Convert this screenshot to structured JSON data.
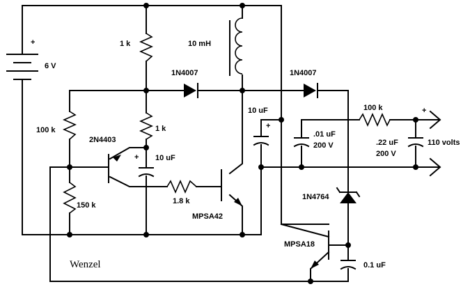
{
  "battery": {
    "voltage": "6 V",
    "plus": "+"
  },
  "resistors": {
    "r_top": "1 k",
    "r_mid": "1 k",
    "r_base_top": "100 k",
    "r_base_bottom": "150 k",
    "r_mpsa42_base": "1.8 k",
    "r_output": "100 k"
  },
  "inductor": "10 mH",
  "diodes": {
    "d1": "1N4007",
    "d2": "1N4007",
    "zener": "1N4764"
  },
  "capacitors": {
    "c_pnp": "10 uF",
    "c_pnp_plus": "+",
    "c_mid": "10 uF",
    "c_mid_plus": "+",
    "c_001_value": ".01 uF",
    "c_001_voltage": "200 V",
    "c_022_value": ".22 uF",
    "c_022_voltage": "200 V",
    "c_01": "0.1 uF"
  },
  "transistors": {
    "pnp": "2N4403",
    "npn_hv": "MPSA42",
    "npn_sense": "MPSA18"
  },
  "output": {
    "label": "110 volts",
    "plus": "+"
  },
  "signature": "Wenzel"
}
